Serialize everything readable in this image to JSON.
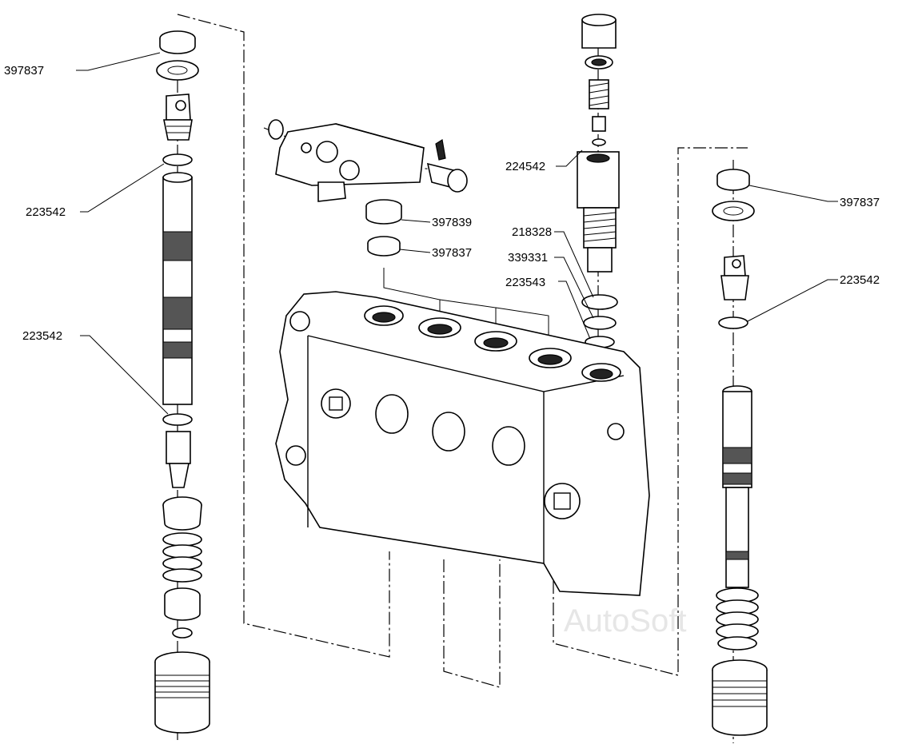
{
  "labels": {
    "left_top_ring": "397837",
    "left_upper_oring": "223542",
    "left_lower_oring": "223542",
    "top_mid_seal": "397839",
    "top_mid_ring": "397837",
    "relief_cartridge": "224542",
    "relief_ring_1": "218328",
    "relief_ring_2": "339331",
    "relief_ring_3": "223543",
    "right_top_ring": "397837",
    "right_oring": "223542"
  },
  "watermark": "AutoSoft"
}
